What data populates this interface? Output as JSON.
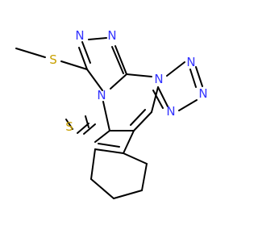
{
  "colors": {
    "bond": "#000000",
    "nitrogen": "#3333ff",
    "sulfur": "#c8a000",
    "background": "#ffffff"
  },
  "atoms": {
    "n1": "N",
    "n2": "N",
    "n3": "N",
    "n4": "N",
    "n5": "N",
    "n6": "N",
    "n7": "N",
    "s_methyl": "S",
    "s_ring": "S"
  }
}
